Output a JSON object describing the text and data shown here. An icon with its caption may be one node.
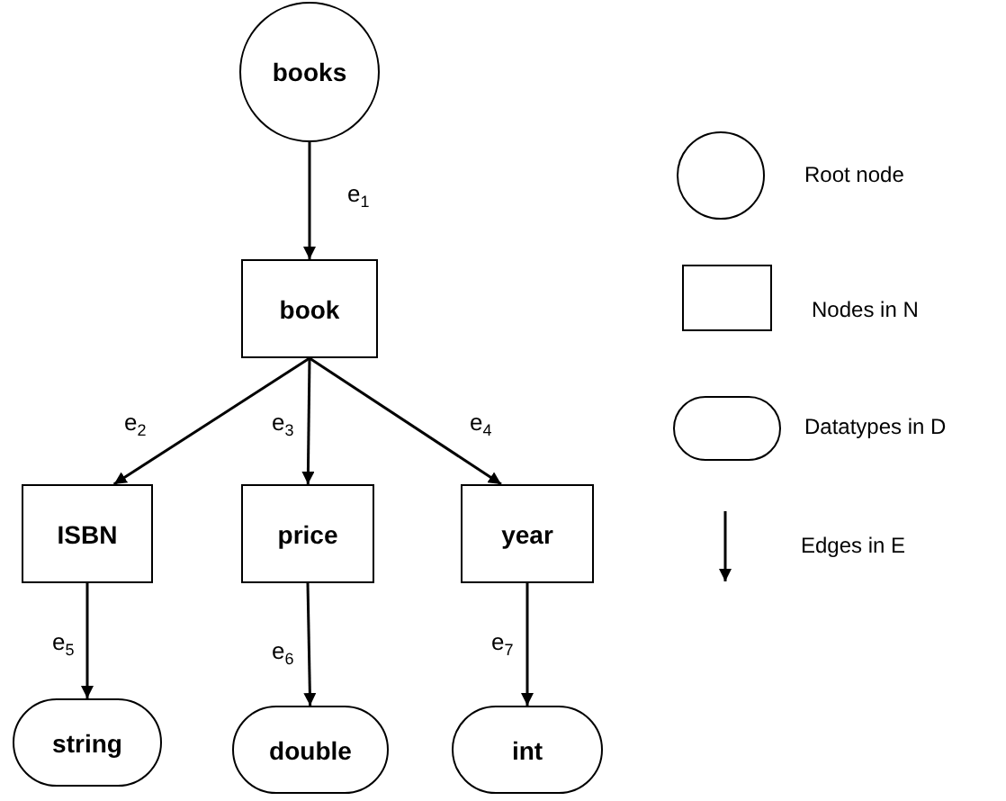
{
  "diagram": {
    "nodes": [
      {
        "text": [
          "books"
        ]
      },
      {
        "text": [
          "book"
        ]
      },
      {
        "text": [
          "ISBN"
        ]
      },
      {
        "text": [
          "price"
        ]
      },
      {
        "text": [
          "year"
        ]
      },
      {
        "text": [
          "string"
        ]
      },
      {
        "text": [
          "double"
        ]
      },
      {
        "text": [
          "int"
        ]
      }
    ],
    "edges": [
      {
        "from": 0,
        "to": 1,
        "arrow": "to",
        "label": "e$_{1}$"
      },
      {
        "from": 1,
        "to": 2,
        "arrow": "to",
        "label": "e$_{2}$"
      },
      {
        "from": 1,
        "to": 3,
        "arrow": "to",
        "label": "e$_{3}$"
      },
      {
        "from": 1,
        "to": 4,
        "arrow": "to",
        "label": "e$_{4}$"
      },
      {
        "from": 2,
        "to": 5,
        "arrow": "to",
        "label": "e$_{5}$"
      },
      {
        "from": 3,
        "to": 6,
        "arrow": "to",
        "label": "e$_{6}$"
      },
      {
        "from": 4,
        "to": 7,
        "arrow": "to",
        "label": "e$_{7}$"
      }
    ],
    "legend": [
      {
        "text": "Root node"
      },
      {
        "text": "Nodes in N"
      },
      {
        "text": "Datatypes in D"
      },
      {
        "text": "Edges in E"
      }
    ]
  }
}
